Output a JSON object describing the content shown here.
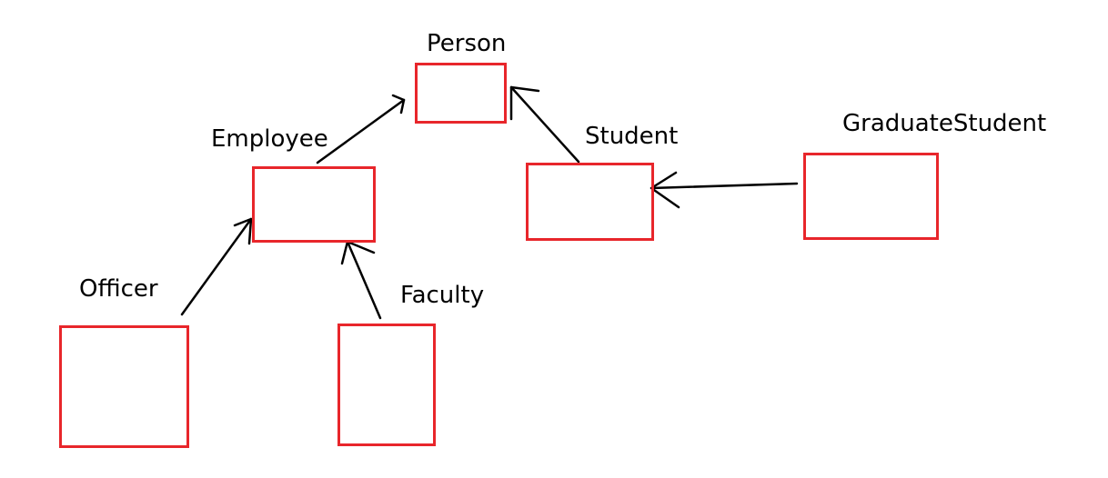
{
  "diagram": {
    "colors": {
      "box_border": "#e8262b",
      "arrow": "#000000",
      "text": "#000000",
      "background": "#ffffff"
    },
    "nodes": {
      "person": {
        "label": "Person"
      },
      "employee": {
        "label": "Employee"
      },
      "student": {
        "label": "Student"
      },
      "graduate_student": {
        "label": "GraduateStudent"
      },
      "officer": {
        "label": "Officer"
      },
      "faculty": {
        "label": "Faculty"
      }
    },
    "edges": [
      {
        "from": "Employee",
        "to": "Person"
      },
      {
        "from": "Student",
        "to": "Person"
      },
      {
        "from": "GraduateStudent",
        "to": "Student"
      },
      {
        "from": "Officer",
        "to": "Employee"
      },
      {
        "from": "Faculty",
        "to": "Employee"
      }
    ]
  }
}
